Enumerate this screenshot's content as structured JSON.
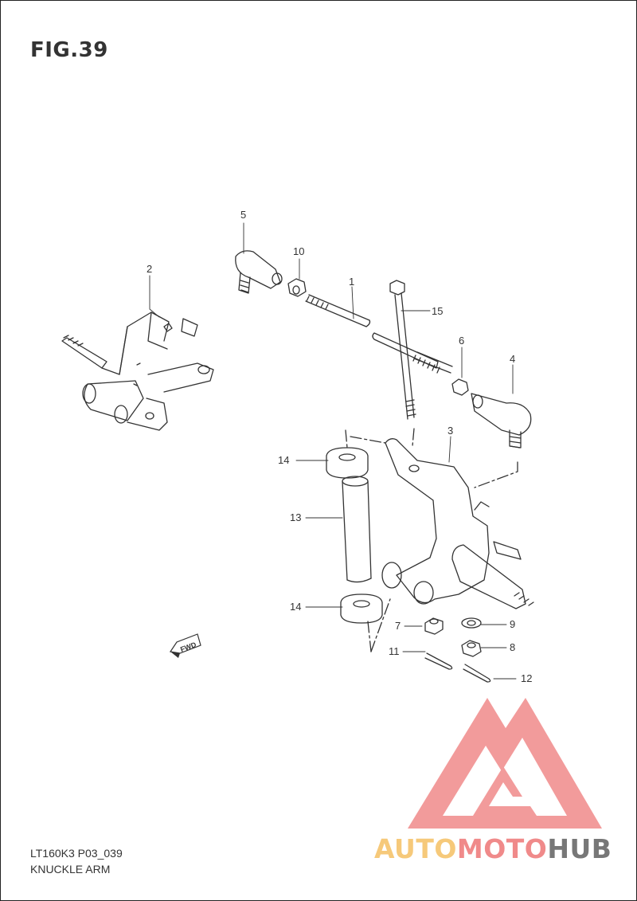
{
  "figure": {
    "title": "FIG.39"
  },
  "footer": {
    "model_code": "LT160K3 P03_039",
    "section_name": "KNUCKLE ARM"
  },
  "direction_marker": {
    "label": "FWD"
  },
  "callouts": [
    "1",
    "2",
    "3",
    "4",
    "5",
    "6",
    "7",
    "8",
    "9",
    "10",
    "11",
    "12",
    "13",
    "14",
    "15",
    "14"
  ],
  "watermark": {
    "brand": [
      "AUTO",
      "MOTO",
      "HUB"
    ],
    "colors": {
      "logo": "#f08a8a",
      "auto": "#f6c97a",
      "moto": "#f08a8a",
      "hub": "#777777"
    }
  }
}
